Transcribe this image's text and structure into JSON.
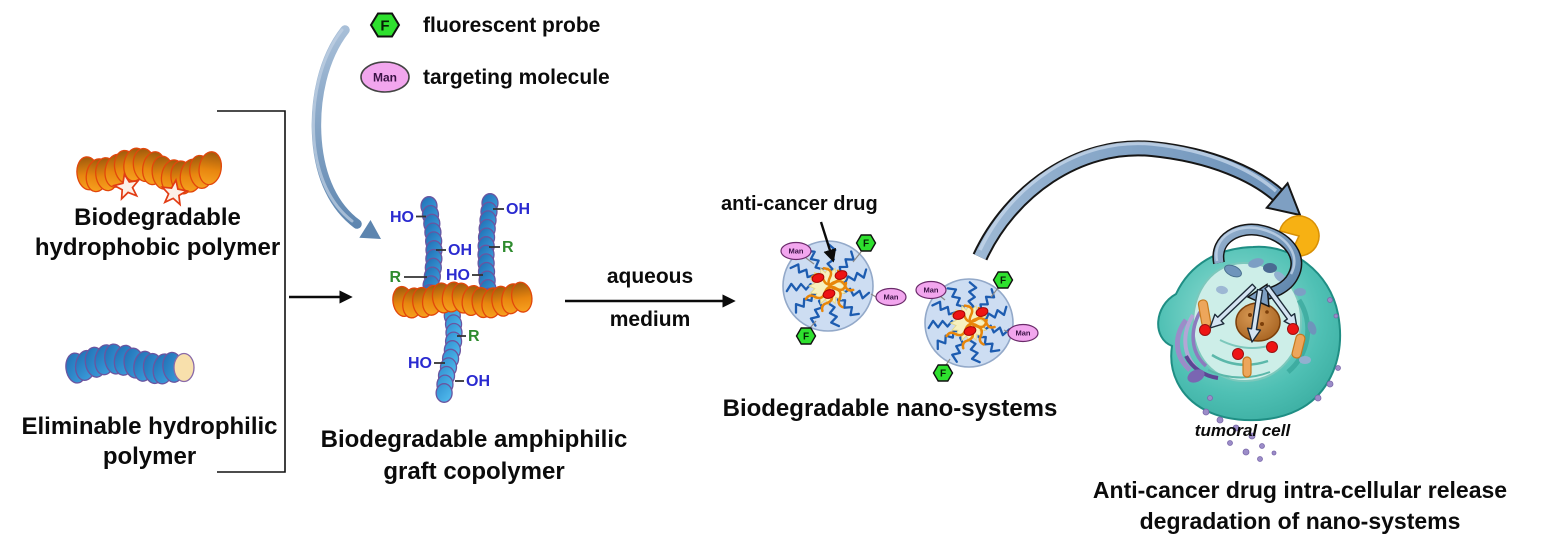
{
  "legend": {
    "fluorescent_label": "fluorescent probe",
    "targeting_label": "targeting molecule"
  },
  "tokens": {
    "fluorescent": "F",
    "targeting": "Man"
  },
  "polymers": {
    "hydrophobic_line1": "Biodegradable",
    "hydrophobic_line2": "hydrophobic polymer",
    "hydrophilic_line1": "Eliminable hydrophilic",
    "hydrophilic_line2": "polymer"
  },
  "copolymer": {
    "caption_line1": "Biodegradable amphiphilic",
    "caption_line2": "graft copolymer",
    "group_ho": "HO",
    "group_oh": "OH",
    "group_r": "R"
  },
  "reaction": {
    "condition_line1": "aqueous",
    "condition_line2": "medium"
  },
  "nanosystems": {
    "drug_label": "anti-cancer drug",
    "caption": "Biodegradable nano-systems"
  },
  "cell": {
    "label": "tumoral cell"
  },
  "outcome": {
    "line1": "Anti-cancer drug intra-cellular release",
    "line2": "degradation of nano-systems"
  },
  "colors": {
    "probe_green": "#2ee02e",
    "target_pink": "#f2a6ee",
    "hydrophobic_orange": "#ef8812",
    "hydrophilic_blue": "#2f8fd4",
    "arrow_steel": "#6b93bd",
    "drug_red": "#ee1414",
    "cell_teal": "#4fc0b4",
    "label_blue": "#2a2ad0",
    "label_green": "#2e8b2e"
  }
}
